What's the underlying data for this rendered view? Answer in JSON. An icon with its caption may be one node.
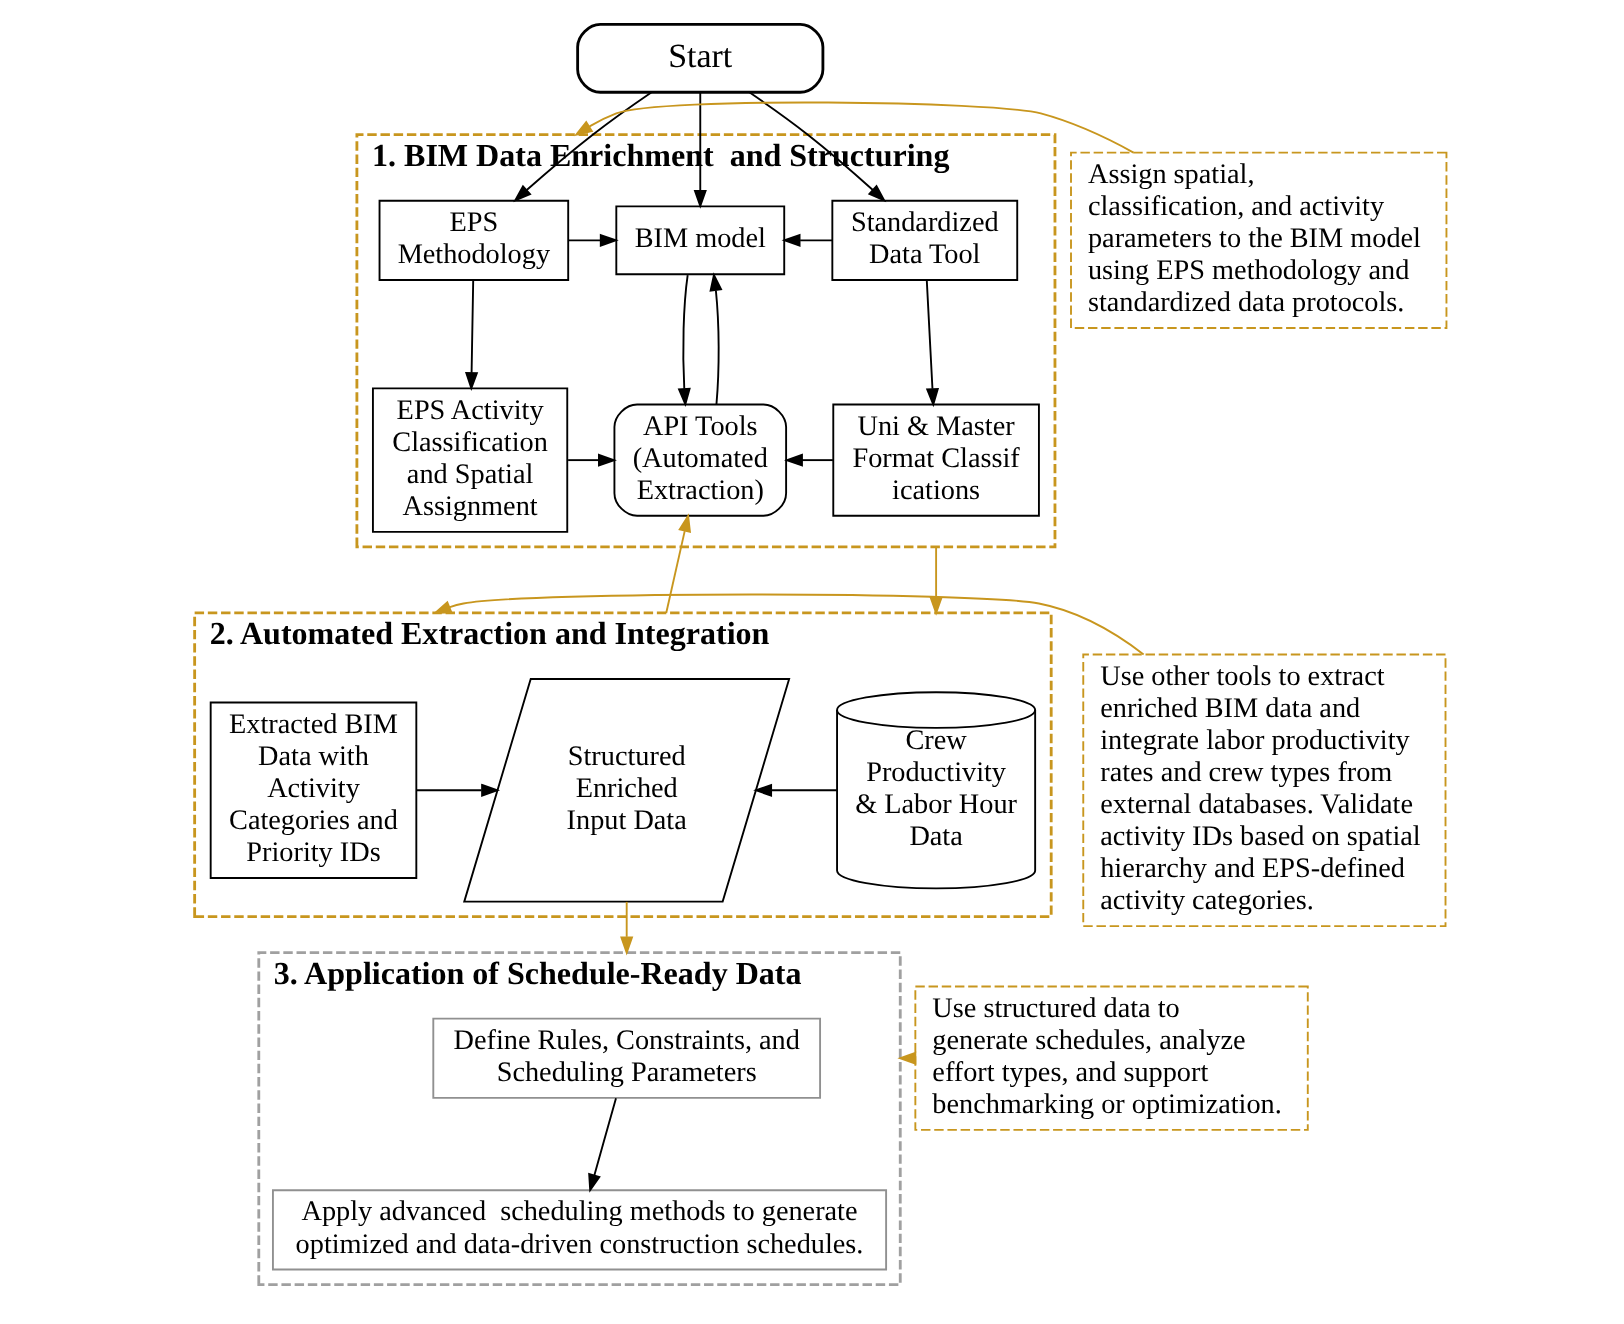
{
  "diagram": {
    "nodes": [
      {
        "text": [
          "Start"
        ]
      },
      {
        "text": [
          "1. BIM Data Enrichment  and Structuring"
        ]
      },
      {
        "text": [
          "EPS Methodology"
        ],
        "in": 1
      },
      {
        "text": [
          "BIM model"
        ],
        "in": 1
      },
      {
        "text": [
          "Standardized Data Tool"
        ],
        "in": 1
      },
      {
        "text": [
          "EPS Activity Classification and Spatial Assignment"
        ],
        "in": 1
      },
      {
        "text": [
          "API Tools (Automated Extraction)"
        ],
        "in": 1
      },
      {
        "text": [
          "Uni & Master Format Classifications"
        ],
        "in": 1
      },
      {
        "text": [
          "Assign spatial, classification, and activity parameters to the BIM model using EPS methodology and standardized data protocols."
        ]
      },
      {
        "text": [
          "2. Automated Extraction and Integration"
        ]
      },
      {
        "text": [
          "Extracted BIM Data with Activity Categories and Priority IDs"
        ],
        "in": 9
      },
      {
        "text": [
          "Structured Enriched Input Data"
        ],
        "in": 9
      },
      {
        "text": [
          "Crew Productivity & Labor Hour Data"
        ],
        "in": 9
      },
      {
        "text": [
          "Use other tools to extract enriched BIM data and integrate labor productivity rates and crew types from external databases. Validate activity IDs based on spatial hierarchy and EPS-defined activity categories."
        ]
      },
      {
        "text": [
          "3. Application of Schedule-Ready Data"
        ]
      },
      {
        "text": [
          "Define Rules, Constraints, and Scheduling Parameters"
        ],
        "in": 14
      },
      {
        "text": [
          "Apply advanced  scheduling methods to generate optimized and data-driven construction schedules."
        ],
        "in": 14
      },
      {
        "text": [
          "Use structured data to generate schedules, analyze effort types, and support benchmarking or optimization."
        ]
      }
    ],
    "edges": [
      {
        "from": 0,
        "to": 2,
        "arrow": "to"
      },
      {
        "from": 0,
        "to": 3,
        "arrow": "to"
      },
      {
        "from": 0,
        "to": 4,
        "arrow": "to"
      },
      {
        "from": 2,
        "to": 3,
        "arrow": "to"
      },
      {
        "from": 4,
        "to": 3,
        "arrow": "to"
      },
      {
        "from": 2,
        "to": 5,
        "arrow": "to"
      },
      {
        "from": 4,
        "to": 7,
        "arrow": "to"
      },
      {
        "from": 5,
        "to": 6,
        "arrow": "to"
      },
      {
        "from": 7,
        "to": 6,
        "arrow": "to"
      },
      {
        "from": 6,
        "to": 3,
        "arrow": "to"
      },
      {
        "from": 3,
        "to": 6,
        "arrow": "to"
      },
      {
        "from": 8,
        "to": 1,
        "arrow": "to",
        "color": "#c8961e"
      },
      {
        "from": 9,
        "to": 6,
        "arrow": "to",
        "color": "#c8961e"
      },
      {
        "from": 1,
        "to": 9,
        "arrow": "to",
        "color": "#c8961e"
      },
      {
        "from": 10,
        "to": 11,
        "arrow": "to"
      },
      {
        "from": 12,
        "to": 11,
        "arrow": "to"
      },
      {
        "from": 13,
        "to": 9,
        "arrow": "to",
        "color": "#c8961e"
      },
      {
        "from": 11,
        "to": 14,
        "arrow": "to",
        "color": "#c8961e"
      },
      {
        "from": 15,
        "to": 16,
        "arrow": "to"
      },
      {
        "from": 17,
        "to": 14,
        "arrow": "to",
        "color": "#c8961e"
      }
    ]
  }
}
